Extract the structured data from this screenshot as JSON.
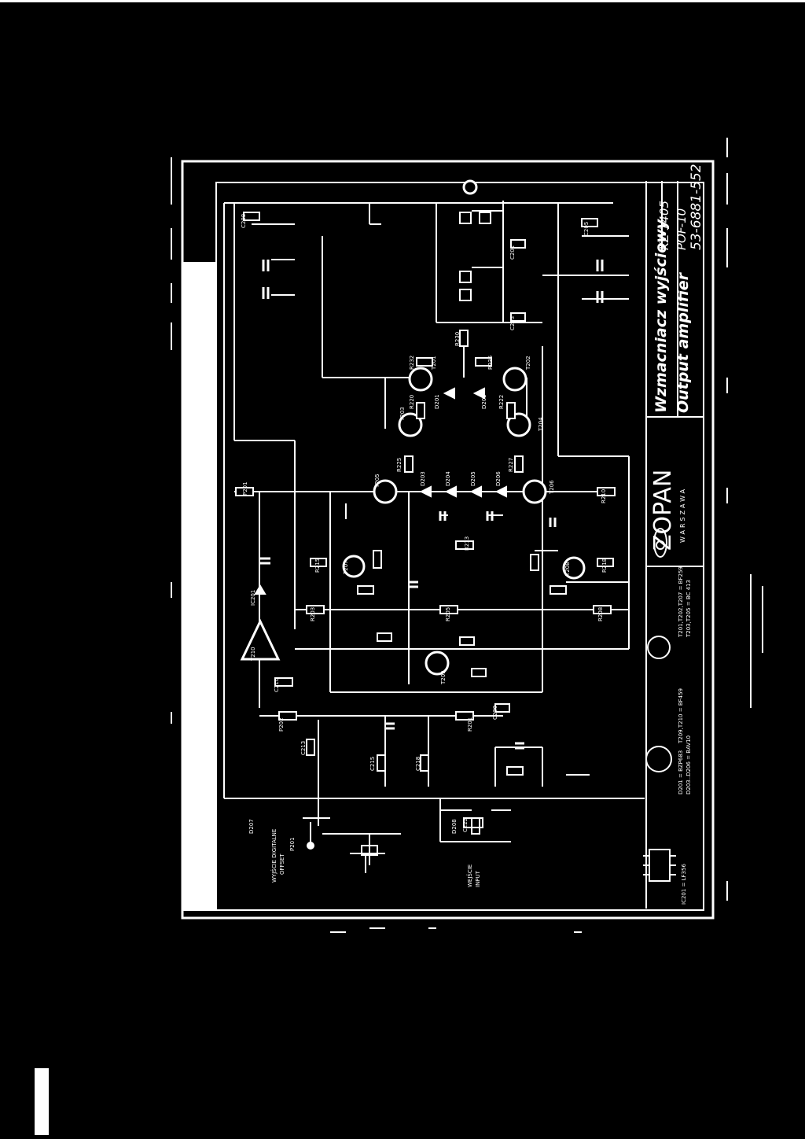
{
  "title_block": {
    "company": "ZOPAN",
    "city": "WARSZAWA",
    "title_pl": "Wzmacniacz wyjściowy",
    "title_en": "Output amplifier",
    "code": "KZ 1405",
    "model": "POF-10",
    "drawing_no": "53-6881-552"
  },
  "input_labels": {
    "line1": "WYJŚCIE DIGITALNE",
    "line2": "OFFSET",
    "gain_pot": "P201",
    "input_ref": "WEJŚCIE",
    "input_ref2": "INPUT"
  },
  "legend": {
    "ic_caption": "IC201 = LF356",
    "parts_line1": "T201,T202,T207 = BF259",
    "parts_line2": "T203,T205 = BC 413",
    "parts_line3": "T209,T210 = BF459",
    "parts_line4": "D201 = BZP683",
    "parts_line5": "D203..D206 = BAV10"
  },
  "ref_labels": [
    "T201",
    "T202",
    "T203",
    "T204",
    "T205",
    "T206",
    "T207",
    "T208",
    "T209",
    "T210",
    "IC201",
    "D201",
    "D202",
    "D203",
    "D204",
    "D205",
    "D206",
    "D207",
    "D208",
    "P201",
    "P202",
    "R201",
    "R203",
    "R205",
    "R208",
    "R210",
    "R213",
    "R215",
    "R218",
    "R220",
    "R222",
    "R225",
    "R227",
    "R230",
    "R232",
    "R235",
    "C201",
    "C203",
    "C205",
    "C208",
    "C210",
    "C213",
    "C215",
    "C218",
    "C220",
    "C222"
  ],
  "colors": {
    "background": "#000000",
    "ink": "#ffffff"
  }
}
